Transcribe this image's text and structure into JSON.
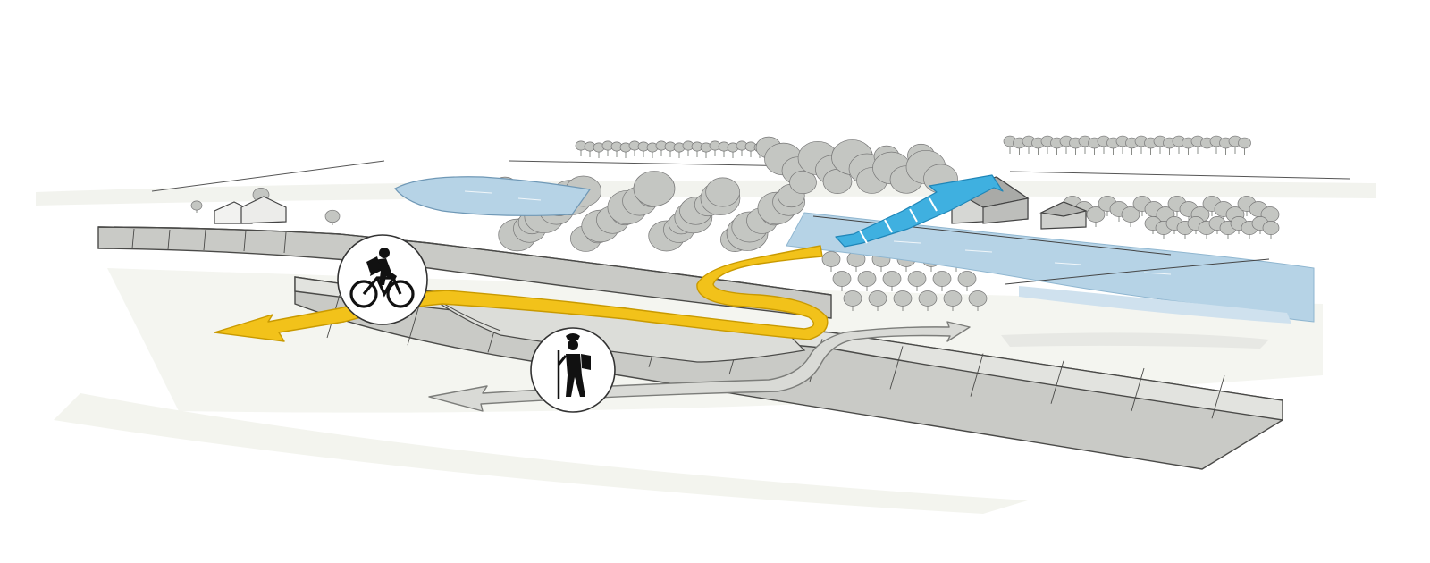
{
  "image": {
    "kind": "landscape sketch diagram",
    "labels": [],
    "colors": {
      "background": "#ffffff",
      "haze": "#eef0e8",
      "dike_face": "#c9cac6",
      "dike_top": "#e2e3df",
      "dike_edge": "#4a4a48",
      "tree_fill": "#c4c6c2",
      "tree_trunk": "#8a8c88",
      "water": "#b6d3e6",
      "water_edge": "#8fb6d0",
      "building": "#cfd0cd",
      "bike_route": "#f2c21a",
      "bike_route_edge": "#c99a00",
      "walk_route": "#d9dad6",
      "walk_route_edge": "#7c7d7a",
      "water_route": "#3fb0e0",
      "water_route_edge": "#1f86b8",
      "icon_circle": "#ffffff",
      "icon_glyph": "#111111"
    },
    "icons": [
      "cyclist-icon",
      "hiker-icon"
    ],
    "routes": [
      "bike-route",
      "walking-route",
      "water-route"
    ]
  }
}
